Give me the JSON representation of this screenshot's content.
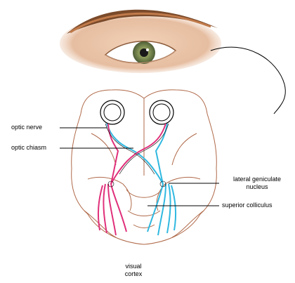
{
  "labels": {
    "optic_nerve": "optic nerve",
    "optic_chiasm": "optic chiasm",
    "lateral_geniculate_1": "lateral geniculate",
    "lateral_geniculate_2": "nucleus",
    "superior_colliculus": "superior colliculus",
    "visual_cortex_1": "visual",
    "visual_cortex_2": "cortex"
  },
  "colors": {
    "left_field_pathway": "#e0307a",
    "right_field_pathway": "#30b8e0",
    "brain_outline": "#b06a4a",
    "iris": "#6f8a4e",
    "skin": "#e8c0a0"
  }
}
